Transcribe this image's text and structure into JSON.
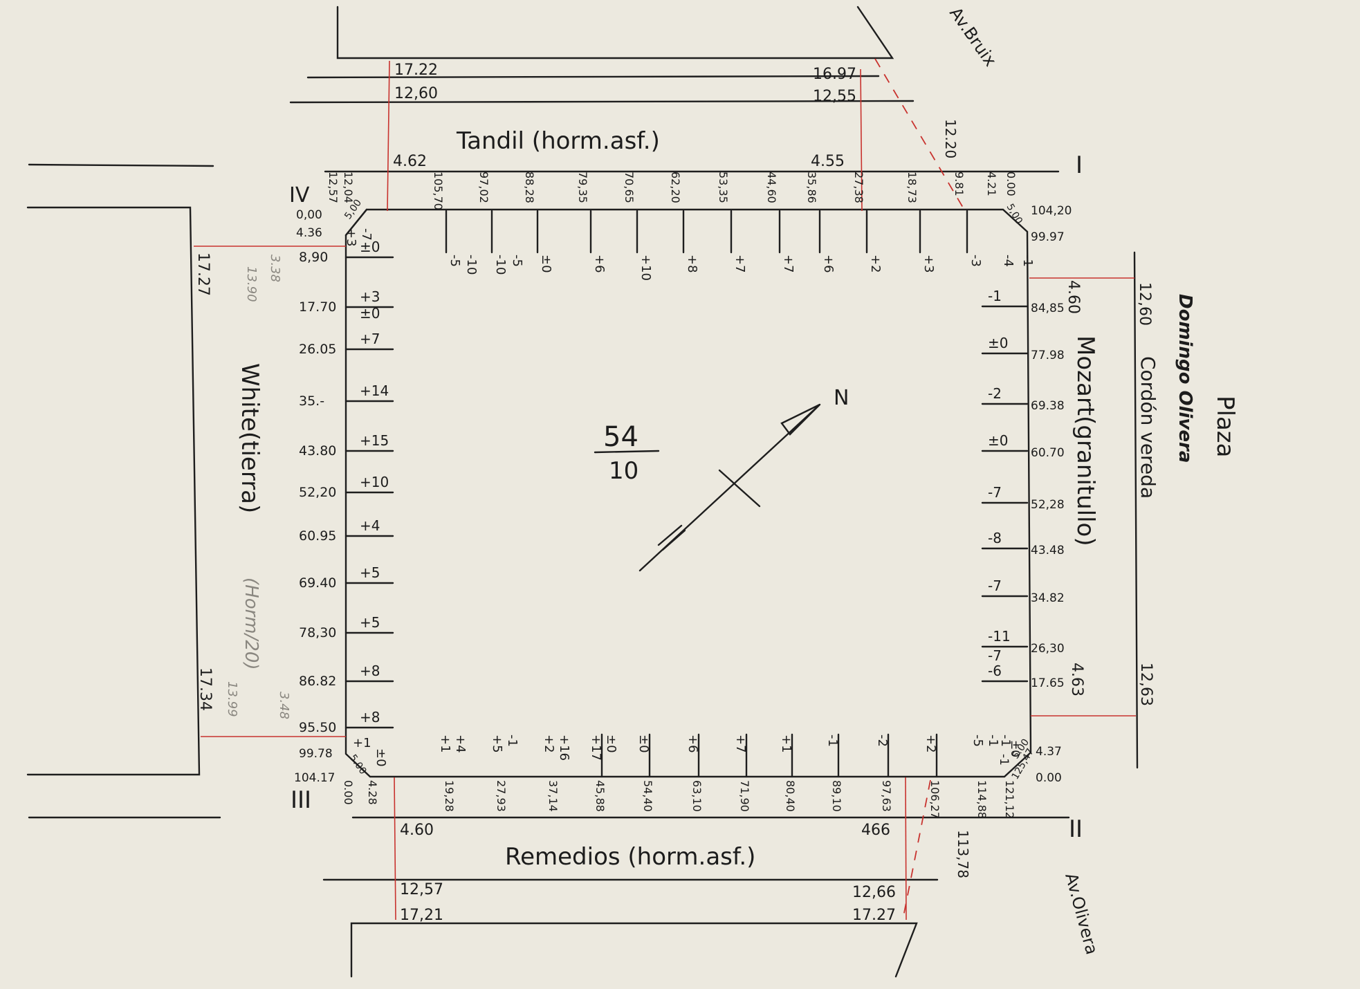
{
  "block": {
    "number": "54",
    "fraction_denominator": "10",
    "north_label": "N"
  },
  "streets": {
    "top": "Tandil (horm.asf.)",
    "bottom": "Remedios (horm.asf.)",
    "left": "White(tierra)",
    "left_pencil": "(Horm/20)",
    "right": "Mozart(granitullo)",
    "right_outer": "Cordón vereda",
    "plaza": "Plaza",
    "plaza_name": "Domingo Olivera",
    "av_top": "Av.Bruix",
    "av_bottom": "Av.Olivera"
  },
  "corners": {
    "i": "I",
    "ii": "II",
    "iii": "III",
    "iv": "IV"
  },
  "widths": {
    "top_outer_left": "17.22",
    "top_mid_left": "12,60",
    "top_outer_right": "16.97",
    "top_mid_right": "12,55",
    "top_walk_left": "4.62",
    "top_walk_right": "4.55",
    "av_bruix": "12.20",
    "bottom_walk_left": "4.60",
    "bottom_walk_right": "466",
    "bottom_mid_left": "12,57",
    "bottom_outer_left": "17,21",
    "bottom_mid_right": "12,66",
    "bottom_outer_right": "17.27",
    "av_olivera": "113,78",
    "left_top": "17.27",
    "left_bottom": "17.34",
    "left_pencil_a": "3.38",
    "left_pencil_b": "13.90",
    "left_pencil_c": "3.48",
    "left_pencil_d": "13.99",
    "right_walk_top": "4.60",
    "right_outer_top": "12,60",
    "right_walk_bottom": "4.63",
    "right_outer_bottom": "12,63"
  },
  "top_side": [
    {
      "d": "12,57",
      "v": "+3"
    },
    {
      "d": "12,04",
      "v": "-7"
    },
    {
      "d": "105,70",
      "v": "-5|-10"
    },
    {
      "d": "97,02",
      "v": "-10|-5"
    },
    {
      "d": "88,28",
      "v": "±0"
    },
    {
      "d": "79,35",
      "v": "+6"
    },
    {
      "d": "70,65",
      "v": "+10"
    },
    {
      "d": "62,20",
      "v": "+8"
    },
    {
      "d": "53,35",
      "v": "+7"
    },
    {
      "d": "44,60",
      "v": "+7"
    },
    {
      "d": "35,86",
      "v": "+6"
    },
    {
      "d": "27,38",
      "v": "+2"
    },
    {
      "d": "18,73",
      "v": "+3"
    },
    {
      "d": "9.81",
      "v": "-3"
    },
    {
      "d": "4.21",
      "v": "-4"
    },
    {
      "d": "0.00",
      "v": "-1"
    }
  ],
  "top_corner_right": [
    "104,20",
    "99.97",
    "5,00"
  ],
  "top_corner_left": [
    "0,00",
    "4.36",
    "5,00"
  ],
  "left_side": [
    {
      "d": "8,90",
      "v": "±0"
    },
    {
      "d": "17.70",
      "v": "+3|±0"
    },
    {
      "d": "26.05",
      "v": "+7"
    },
    {
      "d": "35.-",
      "v": "+14"
    },
    {
      "d": "43.80",
      "v": "+15"
    },
    {
      "d": "52,20",
      "v": "+10"
    },
    {
      "d": "60.95",
      "v": "+4"
    },
    {
      "d": "69.40",
      "v": "+5"
    },
    {
      "d": "78,30",
      "v": "+5"
    },
    {
      "d": "86.82",
      "v": "+8"
    },
    {
      "d": "95.50",
      "v": "+8"
    }
  ],
  "left_corner_bottom": [
    "99.78",
    "104.17",
    "+1",
    "±0",
    "5.00",
    "0.00",
    "4.28"
  ],
  "right_side": [
    {
      "d": "84,85",
      "v": "-1"
    },
    {
      "d": "77.98",
      "v": "±0"
    },
    {
      "d": "69.38",
      "v": "-2"
    },
    {
      "d": "60.70",
      "v": "±0"
    },
    {
      "d": "52,28",
      "v": "-7"
    },
    {
      "d": "43.48",
      "v": "-8"
    },
    {
      "d": "34.82",
      "v": "-7"
    },
    {
      "d": "26,30",
      "v": "-11|-7"
    },
    {
      "d": "17.65",
      "v": "-6"
    }
  ],
  "right_corner_bottom": [
    "4.37",
    "0.00",
    "±0",
    "-1",
    "5.00",
    "125,47"
  ],
  "bottom_side": [
    {
      "d": "19,28",
      "v": "+1|+4"
    },
    {
      "d": "27,93",
      "v": "+5|-1"
    },
    {
      "d": "37,14",
      "v": "+2|+16"
    },
    {
      "d": "45,88",
      "v": "+17|±0"
    },
    {
      "d": "54,40",
      "v": "±0"
    },
    {
      "d": "63,10",
      "v": "+6"
    },
    {
      "d": "71,90",
      "v": "+7"
    },
    {
      "d": "80,40",
      "v": "+1"
    },
    {
      "d": "89,10",
      "v": "-1"
    },
    {
      "d": "97,63",
      "v": "-2"
    },
    {
      "d": "106,27",
      "v": "+2"
    },
    {
      "d": "114,88",
      "v": "-5|-1"
    },
    {
      "d": "121,12",
      "v": "-1"
    }
  ]
}
